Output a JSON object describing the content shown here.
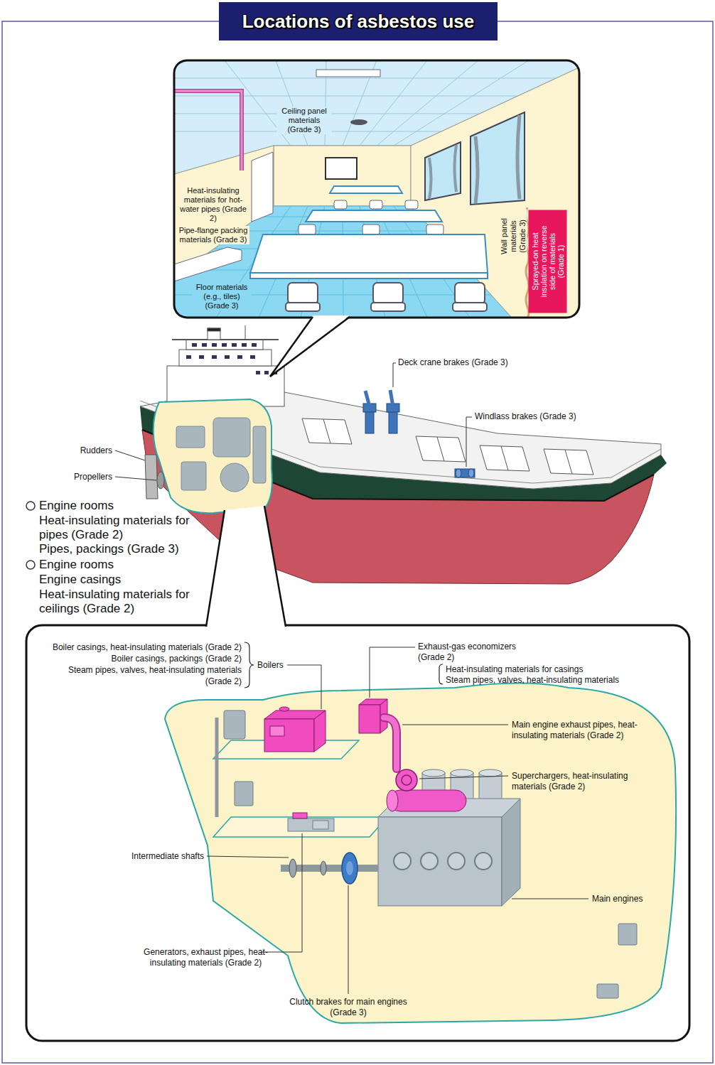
{
  "diagram": {
    "title": "Locations of asbestos use",
    "nodes": [
      {
        "text": [
          "Sprayed-on heat insulation on reverse side of materials (Grade 1)"
        ]
      }
    ],
    "labels": [
      "Ceiling panel materials (Grade 3)",
      "Heat-insulating materials for hot-water pipes (Grade 2)",
      "Pipe-flange packing materials (Grade 3)",
      "Wall panel materials (Grade 3)",
      "Floor materials (e.g., tiles) (Grade 3)",
      "Deck crane brakes (Grade 3)",
      "Windlass brakes (Grade 3)",
      "Rudders",
      "Propellers",
      "Engine rooms",
      "Heat-insulating materials for pipes (Grade 2)",
      "Pipes, packings (Grade 3)",
      "Engine rooms",
      "Engine casings",
      "Heat-insulating materials for ceilings (Grade 2)",
      "Boiler casings, heat-insulating materials (Grade 2)",
      "Boiler casings, packings (Grade 2)",
      "Steam pipes, valves, heat-insulating materials (Grade 2)",
      "Boilers",
      "Exhaust-gas economizers (Grade 2)",
      "Heat-insulating materials for casings",
      "Steam pipes, valves, heat-insulating materials",
      "Main engine exhaust pipes, heat-insulating materials (Grade 2)",
      "Superchargers, heat-insulating materials (Grade 2)",
      "Intermediate shafts",
      "Main engines",
      "Generators, exhaust pipes, heat-insulating materials (Grade 2)",
      "Clutch brakes for main engines (Grade 3)"
    ]
  }
}
